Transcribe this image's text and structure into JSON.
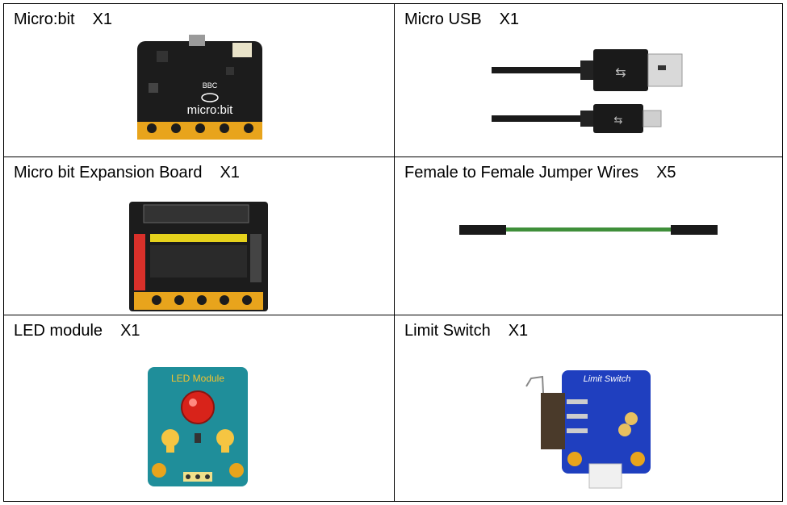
{
  "items": [
    {
      "name": "Micro:bit",
      "qty": "X1",
      "board_text": "micro:bit",
      "logo_text": "BBC"
    },
    {
      "name": "Micro USB",
      "qty": "X1"
    },
    {
      "name": "Micro bit Expansion Board",
      "qty": "X1"
    },
    {
      "name": "Female to Female Jumper Wires",
      "qty": "X5"
    },
    {
      "name": "LED module",
      "qty": "X1",
      "board_text": "LED Module"
    },
    {
      "name": "Limit Switch",
      "qty": "X1",
      "board_text": "Limit Switch"
    }
  ],
  "colors": {
    "pcb_black": "#1c1c1c",
    "gold": "#e8a41c",
    "led_module_teal": "#1f8e9a",
    "led_red": "#d8231a",
    "limit_switch_blue": "#1f3fbf",
    "wire_green": "#3f8f3a"
  }
}
